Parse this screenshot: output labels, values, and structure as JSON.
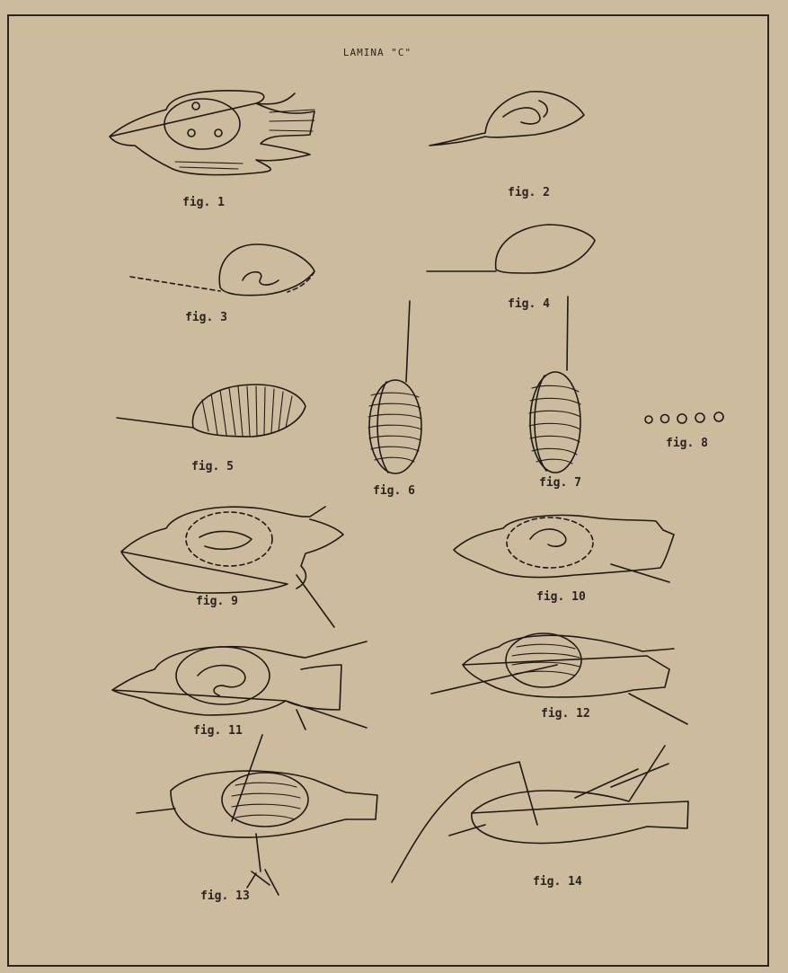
{
  "plate": {
    "title": "LAMINA \"C\""
  },
  "figures": [
    {
      "label": "fig. 1"
    },
    {
      "label": "fig. 2"
    },
    {
      "label": "fig. 3"
    },
    {
      "label": "fig. 4"
    },
    {
      "label": "fig. 5"
    },
    {
      "label": "fig. 6"
    },
    {
      "label": "fig. 7"
    },
    {
      "label": "fig. 8"
    },
    {
      "label": "fig. 9"
    },
    {
      "label": "fig. 10"
    },
    {
      "label": "fig. 11"
    },
    {
      "label": "fig. 12"
    },
    {
      "label": "fig. 13"
    },
    {
      "label": "fig. 14"
    }
  ]
}
